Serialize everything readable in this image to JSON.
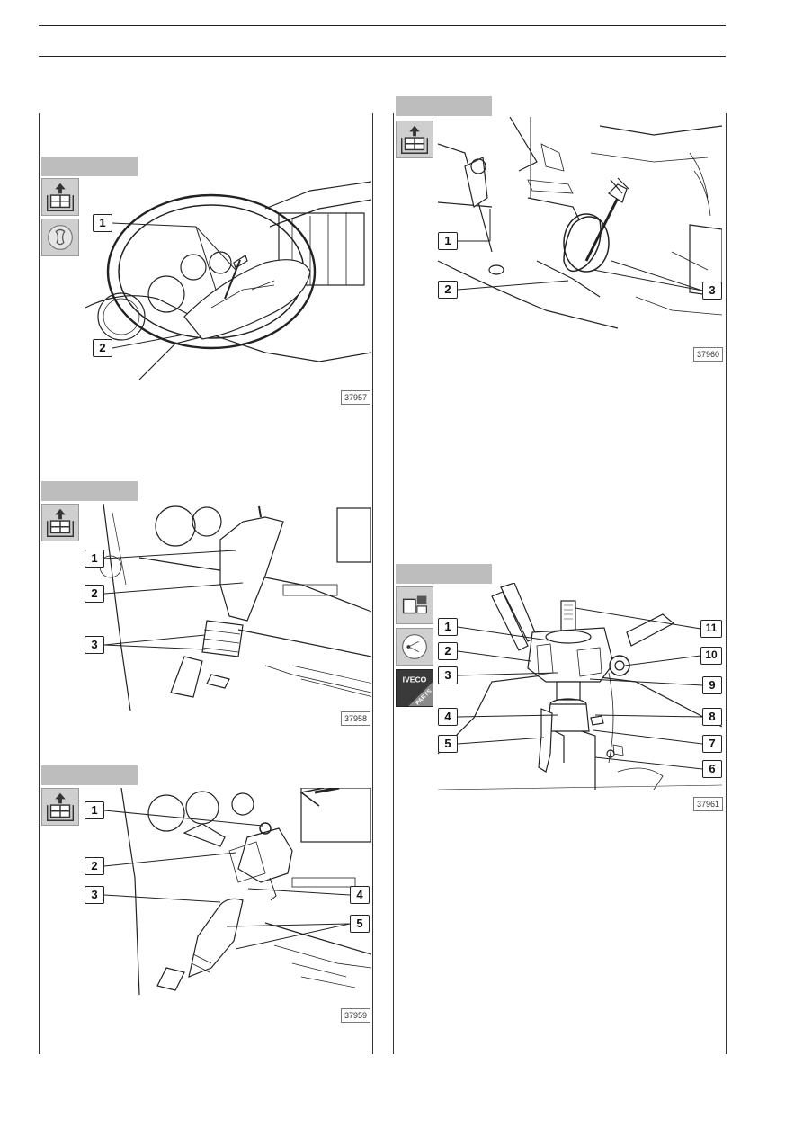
{
  "figures": [
    {
      "id": "fig1",
      "number": "37957",
      "callouts": [
        "1",
        "2"
      ],
      "icons": [
        "component-removal-icon",
        "steering-wheel-tool-icon"
      ]
    },
    {
      "id": "fig2",
      "number": "37958",
      "callouts": [
        "1",
        "2",
        "3"
      ],
      "icons": [
        "component-removal-icon"
      ]
    },
    {
      "id": "fig3",
      "number": "37959",
      "callouts": [
        "1",
        "2",
        "3",
        "4",
        "5"
      ],
      "icons": [
        "component-removal-icon"
      ]
    },
    {
      "id": "fig4",
      "number": "37960",
      "callouts": [
        "1",
        "2",
        "3"
      ],
      "icons": [
        "component-removal-icon"
      ]
    },
    {
      "id": "fig5",
      "number": "37961",
      "callouts": [
        "1",
        "2",
        "3",
        "4",
        "5",
        "6",
        "7",
        "8",
        "9",
        "10",
        "11"
      ],
      "icons": [
        "disassembly-icon",
        "visual-inspection-icon",
        "iveco-parts-icon"
      ]
    }
  ],
  "brand": {
    "logo_top": "IVECO",
    "logo_bottom": "PARTS"
  },
  "colors": {
    "tab_gray": "#bdbdbd",
    "icon_gray": "#cfcfcf",
    "line": "#222222"
  }
}
